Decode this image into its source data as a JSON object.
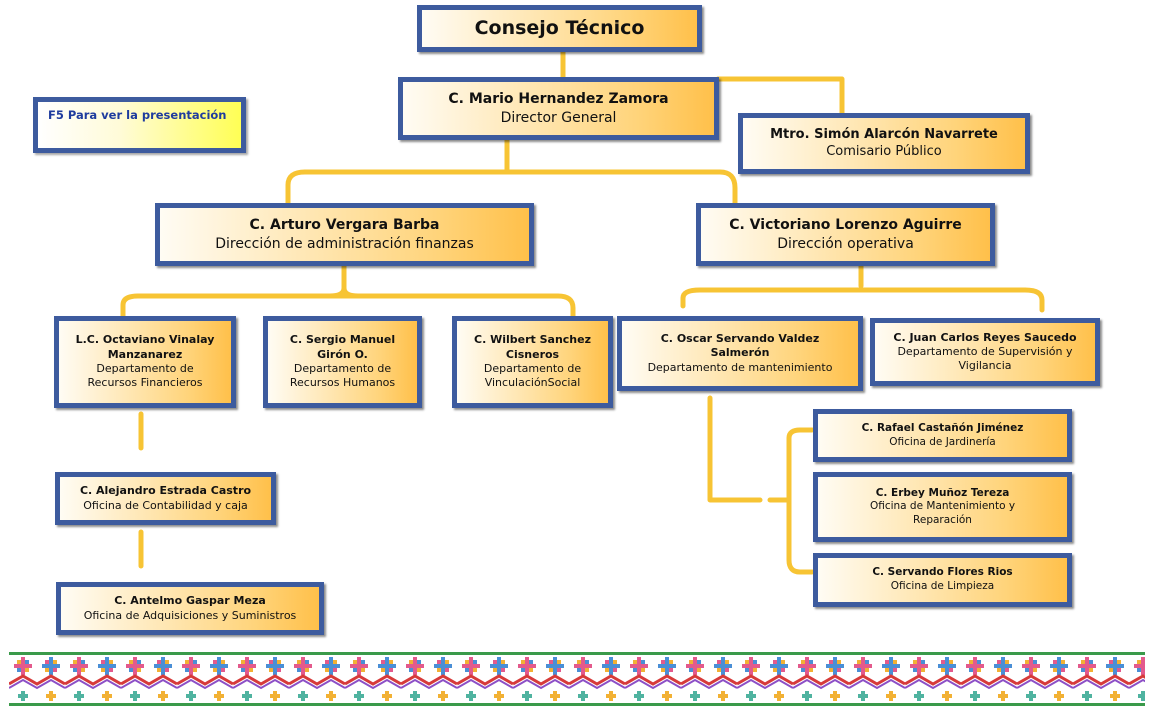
{
  "hint": "F5 Para ver la presentación",
  "top": "Consejo Técnico",
  "director": {
    "name": "C. Mario Hernandez Zamora",
    "role": "Director General"
  },
  "comisario": {
    "name": "Mtro. Simón Alarcón Navarrete",
    "role": "Comisario Público"
  },
  "admin": {
    "name": "C. Arturo Vergara Barba",
    "role": "Dirección de administración finanzas"
  },
  "operativa": {
    "name": "C. Victoriano Lorenzo Aguirre",
    "role": "Dirección operativa"
  },
  "financieros": {
    "name1": "L.C. Octaviano Vinalay",
    "name2": "Manzanarez",
    "role1": "Departamento de",
    "role2": "Recursos Financieros"
  },
  "humanos": {
    "name1": "C. Sergio Manuel",
    "name2": "Girón O.",
    "role1": "Departamento de",
    "role2": "Recursos Humanos"
  },
  "vinculacion": {
    "name1": "C. Wilbert Sanchez",
    "name2": "Cisneros",
    "role1": "Departamento de",
    "role2": "VinculaciónSocial"
  },
  "mantenimiento": {
    "name1": "C. Oscar Servando Valdez",
    "name2": "Salmerón",
    "role": "Departamento de mantenimiento"
  },
  "supervision": {
    "name": "C.  Juan Carlos Reyes Saucedo",
    "role1": "Departamento de Supervisión y",
    "role2": "Vigilancia"
  },
  "contabilidad": {
    "name": "C. Alejandro  Estrada Castro",
    "role": "Oficina de Contabilidad y  caja"
  },
  "adquisiciones": {
    "name": "C. Antelmo Gaspar Meza",
    "role": "Oficina de Adquisiciones y Suministros"
  },
  "jardineria": {
    "name": "C. Rafael Castañón  Jiménez",
    "role": "Oficina de Jardinería"
  },
  "reparacion": {
    "name": "C. Erbey Muñoz Tereza",
    "role1": "Oficina de Mantenimiento y",
    "role2": "Reparación"
  },
  "limpieza": {
    "name": "C. Servando Flores Rios",
    "role": "Oficina de Limpieza"
  },
  "colors": {
    "border": "#3d5b9e",
    "connector": "#f7c434",
    "fill_light": "#fffcf4",
    "fill_dark": "#ffc04a",
    "hint_text": "#1f3c9e"
  },
  "decoration": "embroidered-pattern"
}
